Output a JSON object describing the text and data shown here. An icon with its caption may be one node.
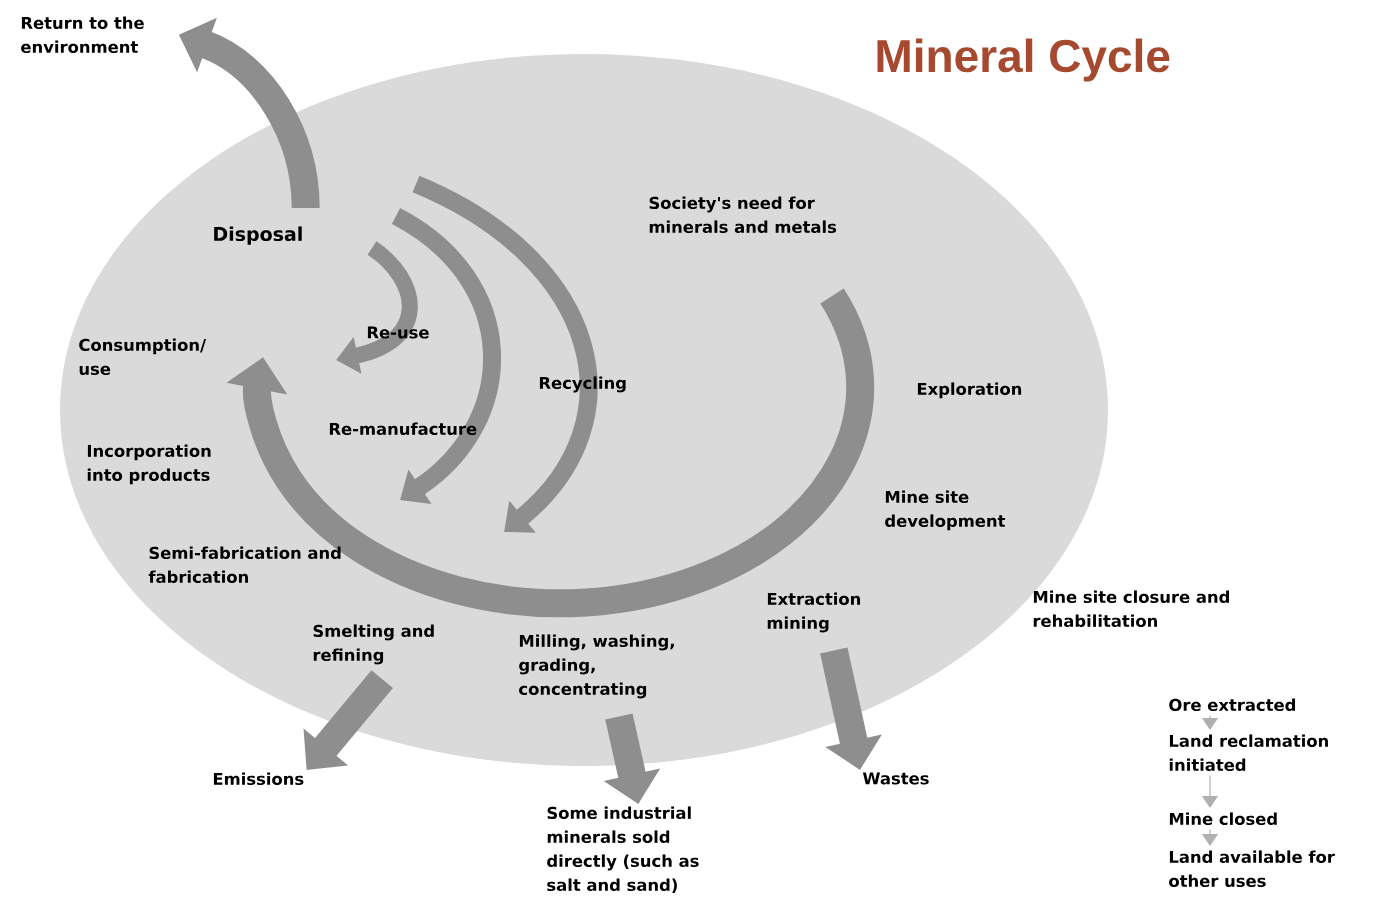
{
  "diagram": {
    "title": "Mineral Cycle",
    "nodes": [
      {
        "text": [
          "Return to the environment"
        ]
      },
      {
        "text": [
          "Disposal"
        ]
      },
      {
        "text": [
          "Smelting and refining"
        ]
      },
      {
        "text": [
          "Emissions"
        ]
      },
      {
        "text": [
          "Milling, washing, grading, concentrating"
        ]
      },
      {
        "text": [
          "Some industrial minerals sold directly (such as salt and sand)"
        ]
      },
      {
        "text": [
          "Extraction mining"
        ]
      },
      {
        "text": [
          "Wastes"
        ]
      },
      {
        "text": [
          "Ore extracted"
        ]
      },
      {
        "text": [
          "Land reclamation initiated"
        ]
      },
      {
        "text": [
          "Mine closed"
        ]
      },
      {
        "text": [
          "Land available for other uses"
        ]
      }
    ],
    "edges": [
      {
        "from": 1,
        "to": 0,
        "arrow": "to"
      },
      {
        "from": 2,
        "to": 3,
        "arrow": "to"
      },
      {
        "from": 4,
        "to": 5,
        "arrow": "to"
      },
      {
        "from": 6,
        "to": 7,
        "arrow": "to"
      },
      {
        "from": 8,
        "to": 9,
        "arrow": "to"
      },
      {
        "from": 9,
        "to": 10,
        "arrow": "to"
      },
      {
        "from": 10,
        "to": 11,
        "arrow": "to"
      }
    ],
    "labels": [
      "Society's need for minerals and metals",
      "Exploration",
      "Consumption/ use",
      "Re-use",
      "Recycling",
      "Re-manufacture",
      "Incorporation into products",
      "Mine site development",
      "Semi-fabrication and fabrication",
      "Mine site closure and rehabilitation"
    ]
  }
}
